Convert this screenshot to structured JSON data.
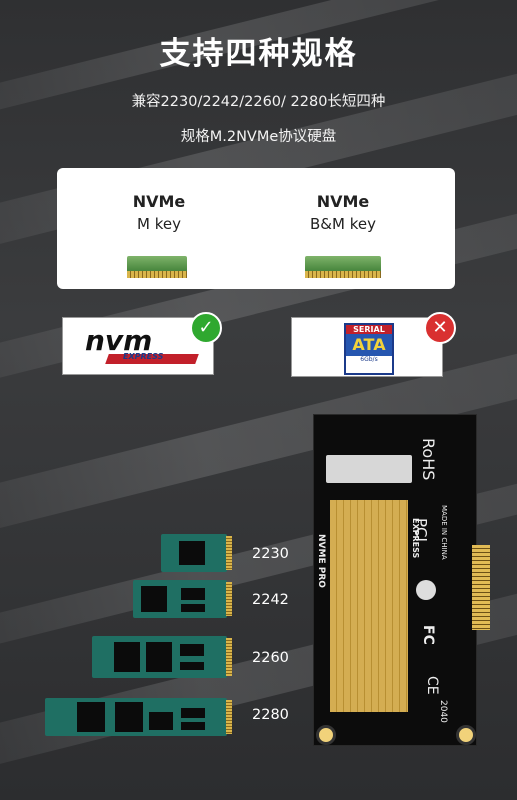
{
  "header": {
    "title": "支持四种规格",
    "subtitle_line1": "兼容2230/2242/2260/ 2280长短四种",
    "subtitle_line2": "规格M.2NVMe协议硬盘"
  },
  "keys": [
    {
      "name": "NVMe",
      "type": "M key"
    },
    {
      "name": "NVMe",
      "type": "B&M key"
    }
  ],
  "compat": {
    "nvme_logo_main": "nvm",
    "nvme_logo_sub": "EXPRESS",
    "sata_logo_top": "SERIAL",
    "sata_logo_main": "ATA",
    "sata_logo_sub": "6Gb/s",
    "supported_mark": "✓",
    "unsupported_mark": "✕"
  },
  "sizes": [
    "2230",
    "2242",
    "2260",
    "2280"
  ],
  "card_labels": {
    "rohs": "RoHS",
    "nvme_pro": "NVME PRO",
    "pci": "PCI",
    "express": "EXPRESS",
    "made_in": "MADE IN CHINA",
    "ce": "CE",
    "fc": "FC",
    "code": "2040"
  }
}
